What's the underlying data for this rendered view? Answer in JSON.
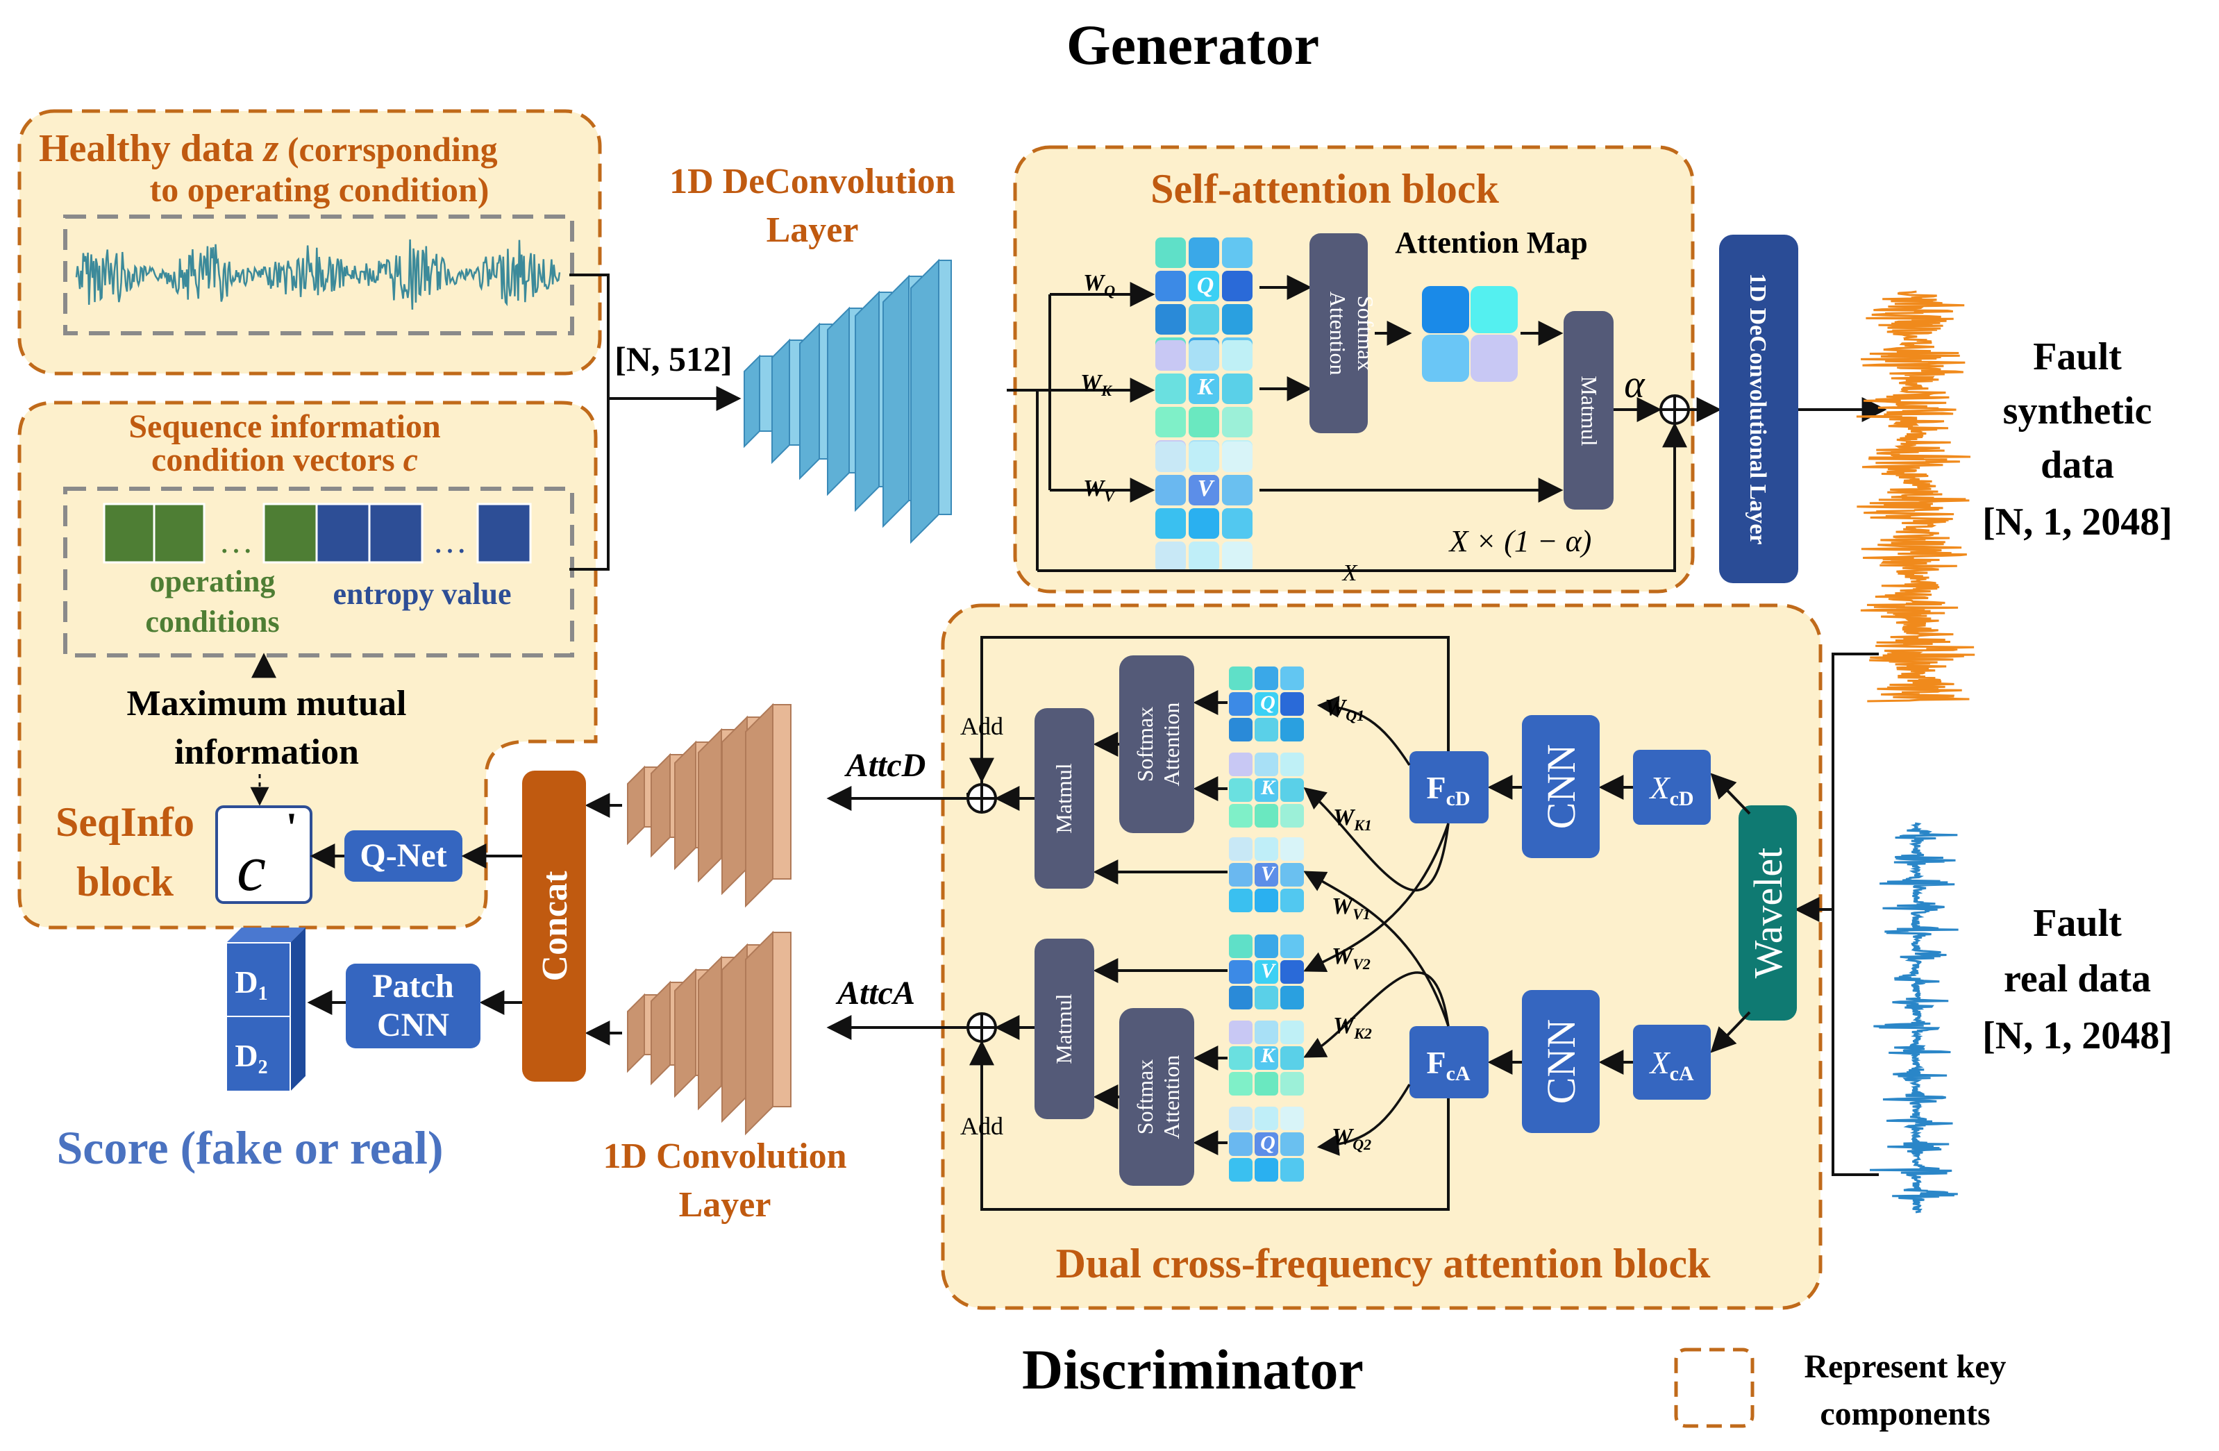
{
  "titles": {
    "generator": "Generator",
    "discriminator": "Discriminator"
  },
  "healthy": {
    "title_a": "Healthy data ",
    "title_z": "z",
    "title_b": " (corrsponding",
    "title_c": "to operating condition)"
  },
  "seqinfo": {
    "title_a": "Sequence information",
    "title_b": "condition vectors ",
    "title_c": "c",
    "dots1": "…",
    "dots2": "…",
    "op_a": "operating",
    "op_b": "conditions",
    "entropy": "entropy value",
    "mmi_a": "Maximum mutual",
    "mmi_b": "information",
    "block_a": "SeqInfo",
    "block_b": "block",
    "cprime": "c",
    "cprime_mark": "'",
    "qnet": "Q-Net"
  },
  "generator": {
    "n512": "[N, 512]",
    "deconv_a": "1D DeConvolution",
    "deconv_b": "Layer",
    "sa_title": "Self-attention block",
    "wq": "W",
    "wq_sub": "Q",
    "wk": "W",
    "wk_sub": "K",
    "wv": "W",
    "wv_sub": "V",
    "q": "Q",
    "k": "K",
    "v": "V",
    "softmax_a": "Softmax",
    "softmax_b": "Attention",
    "attention_map": "Attention Map",
    "matmul": "Matmul",
    "alpha": "α",
    "x_label": "X",
    "x_mult": "X × (1 − α)",
    "deconv_layer": "1D DeConvolutional Layer",
    "fault_syn_a": "Fault",
    "fault_syn_b": "synthetic",
    "fault_syn_c": "data",
    "fault_syn_d": "[N, 1, 2048]"
  },
  "discriminator": {
    "fault_real_a": "Fault",
    "fault_real_b": "real data",
    "fault_real_c": "[N, 1, 2048]",
    "wavelet": "Wavelet",
    "xcd": "X",
    "xcd_sub": "cD",
    "xca": "X",
    "xca_sub": "cA",
    "cnn1": "CNN",
    "cnn2": "CNN",
    "fcd": "F",
    "fcd_sub": "cD",
    "fca": "F",
    "fca_sub": "cA",
    "wq1": "W",
    "wq1_sub": "Q1",
    "wk1": "W",
    "wk1_sub": "K1",
    "wv1": "W",
    "wv1_sub": "V1",
    "wv2": "W",
    "wv2_sub": "V2",
    "wk2": "W",
    "wk2_sub": "K2",
    "wq2": "W",
    "wq2_sub": "Q2",
    "q": "Q",
    "k": "K",
    "v": "V",
    "softmax_a": "Softmax",
    "softmax_b": "Attention",
    "matmul": "Matmul",
    "add": "Add",
    "attcd": "AttcD",
    "attca": "AttcA",
    "dual_title": "Dual cross-frequency attention block",
    "conv_a": "1D Convolution",
    "conv_b": "Layer",
    "concat": "Concat",
    "patch_a": "Patch",
    "patch_b": "CNN",
    "d1": "D",
    "d1_sub": "1",
    "d2": "D",
    "d2_sub": "2",
    "score": "Score (fake or real)"
  },
  "legend": {
    "line_a": "Represent key",
    "line_b": "components"
  },
  "colors": {
    "orange_text": "#c05a10",
    "block_fill": "#fdf0cc",
    "block_border": "#c06a1a",
    "dark_box": "#545a78",
    "blue_box": "#3566c0",
    "navy_box": "#2a4c96",
    "concat_box": "#c05a10",
    "wavelet_box": "#0f7a72",
    "green_cell": "#4e7e34",
    "blue_cell": "#2d4e96",
    "score_blue": "#4a72c0",
    "synthetic_signal": "#f08a1c",
    "real_signal": "#2a86c8"
  }
}
